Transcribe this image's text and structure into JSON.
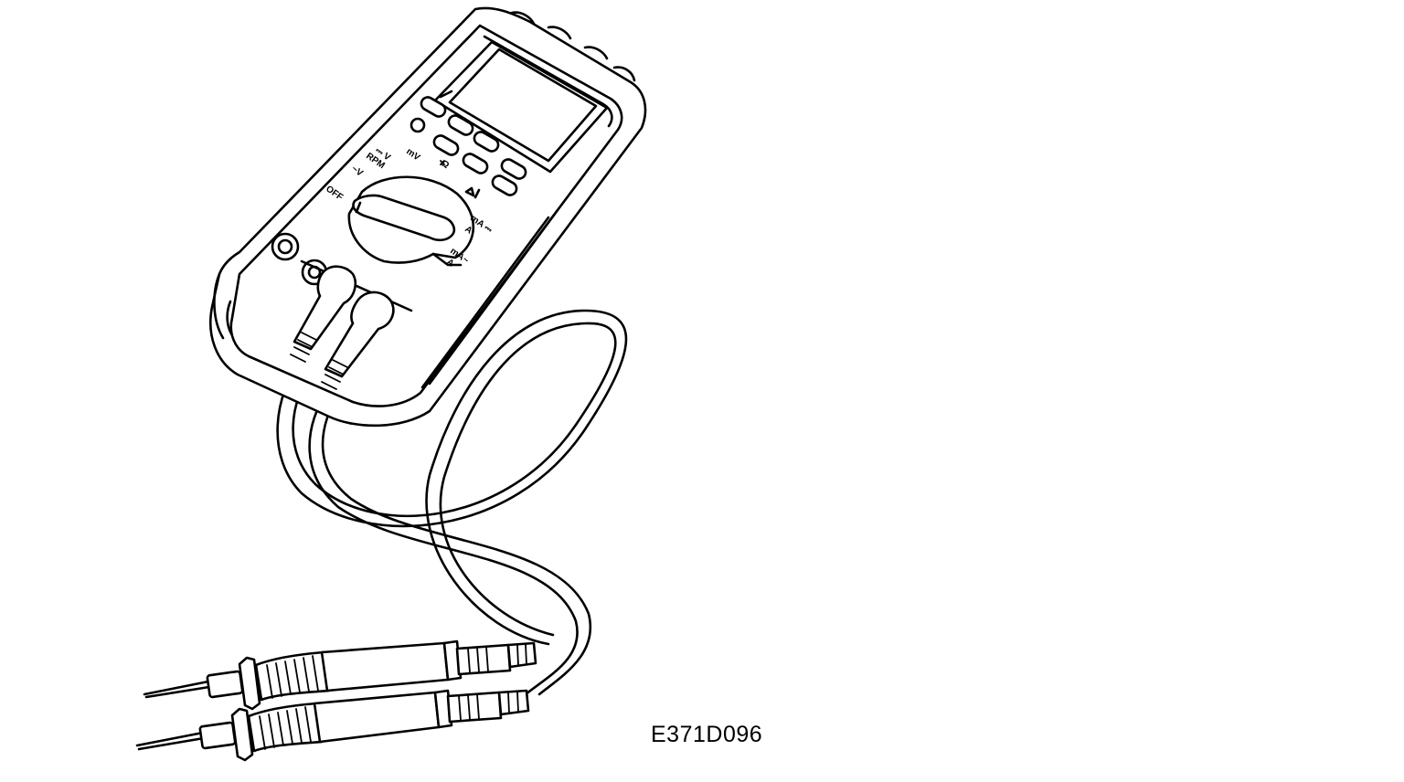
{
  "figure": {
    "id_label": "E371D096",
    "device": "digital-multimeter",
    "ink_color": "#000000",
    "background_color": "#ffffff"
  },
  "dial": {
    "labels": {
      "dc_volts": "⎓ V",
      "rpm": "RPM",
      "ac_volts": "~V",
      "millivolts": "mV",
      "ohms": "Ω",
      "off": "OFF",
      "dc_milliamps": "mA ⎓",
      "dc_amps": "A",
      "ac_milliamps": "mA~",
      "ac_amps": "A"
    }
  }
}
